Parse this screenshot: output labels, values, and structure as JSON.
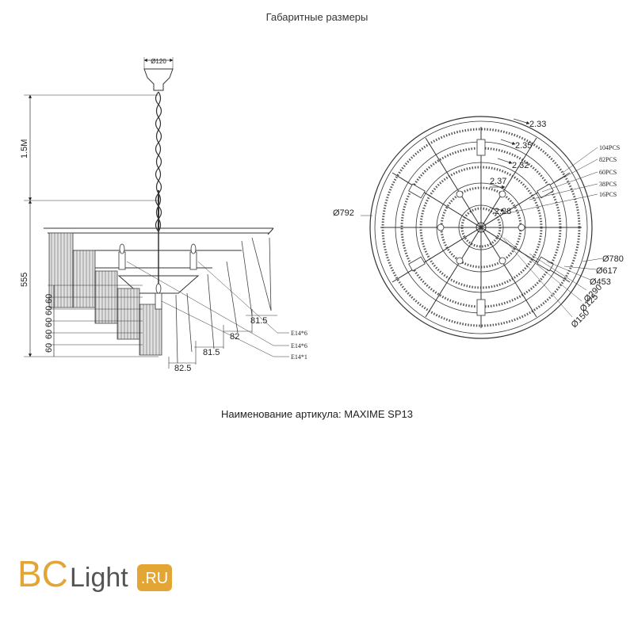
{
  "header": {
    "title": "Габаритные размеры"
  },
  "side_view": {
    "canopy_diameter": "Ø120",
    "chain_length": "1.5M",
    "total_height": "555",
    "tier_heights": [
      "60",
      "60",
      "60",
      "60",
      "60"
    ],
    "offsets": [
      "81.5",
      "82",
      "81.5",
      "82.5"
    ],
    "lamp_labels": [
      "E14*6",
      "E14*6",
      "E14*1"
    ]
  },
  "top_view": {
    "spacings": [
      "2.33",
      "2.35",
      "2.32",
      "2.37",
      "2.28"
    ],
    "pieces": [
      "104PCS",
      "82PCS",
      "60PCS",
      "38PCS",
      "16PCS"
    ],
    "outer_diameter": "Ø792",
    "diameters": [
      "Ø780",
      "Ø617",
      "Ø453",
      "Ø290",
      "Ø125",
      "Ø150"
    ]
  },
  "footer": {
    "article_label": "Наименование артикула: MAXIME SP13"
  },
  "logo": {
    "text_bc": "BC",
    "text_light": "Light",
    "text_ru": ".RU",
    "colors": {
      "bc": "#e3a534",
      "ru_bg": "#e3a534",
      "ru_text": "#ffffff"
    }
  }
}
